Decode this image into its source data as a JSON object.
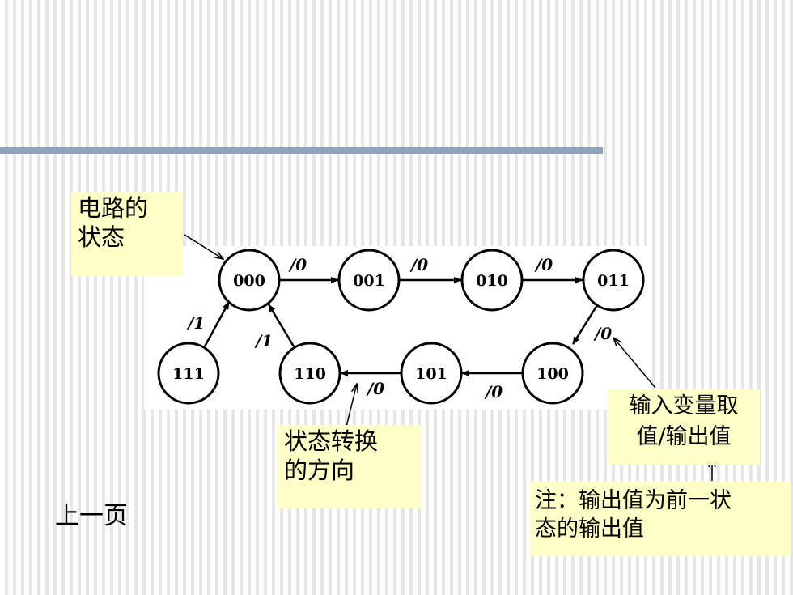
{
  "nav": {
    "prev_page": "上一页"
  },
  "callouts": {
    "circuit_state": {
      "line1": "电路的",
      "line2": "状态"
    },
    "transition_direction": {
      "line1": "状态转换",
      "line2": "的方向"
    },
    "input_output": {
      "line1": "输入变量取",
      "line2": "值/输出值"
    },
    "note": {
      "line1": "注：输出值为前一状",
      "line2": "态的输出值"
    }
  },
  "diagram": {
    "states": [
      "000",
      "001",
      "010",
      "011",
      "100",
      "101",
      "110",
      "111"
    ],
    "transitions": [
      {
        "from": "000",
        "to": "001",
        "label": "/0"
      },
      {
        "from": "001",
        "to": "010",
        "label": "/0"
      },
      {
        "from": "010",
        "to": "011",
        "label": "/0"
      },
      {
        "from": "011",
        "to": "100",
        "label": "/0"
      },
      {
        "from": "100",
        "to": "101",
        "label": "/0"
      },
      {
        "from": "101",
        "to": "110",
        "label": "/0"
      },
      {
        "from": "110",
        "to": "000",
        "label": "/1"
      },
      {
        "from": "111",
        "to": "000",
        "label": "/1"
      }
    ]
  },
  "colors": {
    "callout_bg": "#ffffc8",
    "rule": "#8da4c0"
  }
}
